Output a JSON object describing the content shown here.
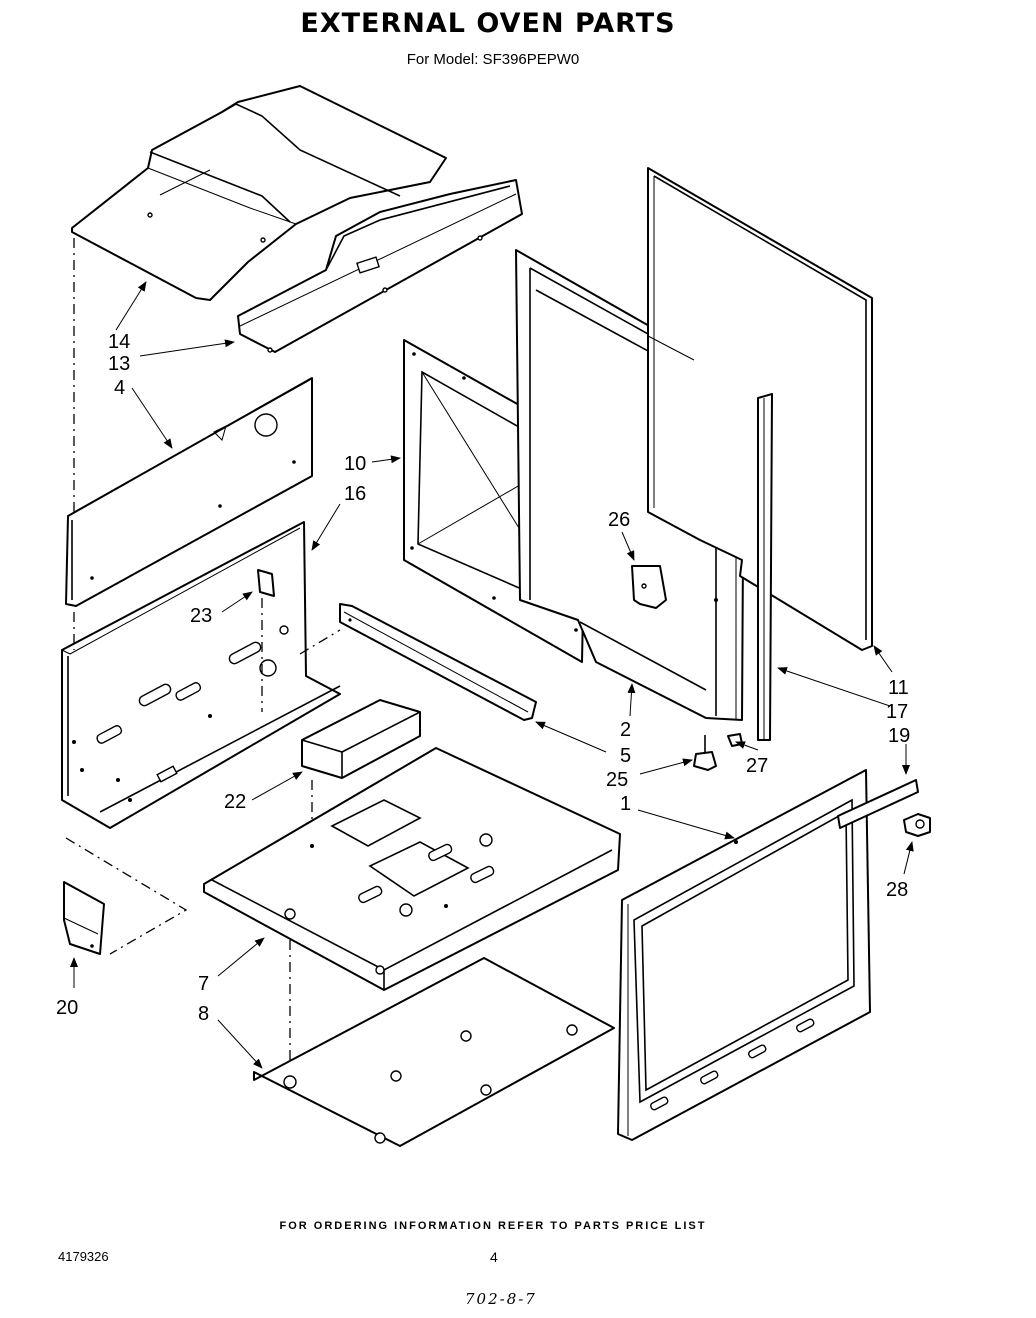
{
  "page": {
    "title": "EXTERNAL OVEN PARTS",
    "subtitle": "For Model: SF396PEPW0",
    "ordering_note": "FOR ORDERING INFORMATION REFER TO PARTS PRICE LIST",
    "document_number": "4179326",
    "page_number": "4",
    "handwritten_code": "702-8-7"
  },
  "callouts": [
    {
      "id": "c14",
      "label": "14"
    },
    {
      "id": "c13",
      "label": "13"
    },
    {
      "id": "c4",
      "label": "4"
    },
    {
      "id": "c16",
      "label": "16"
    },
    {
      "id": "c10",
      "label": "10"
    },
    {
      "id": "c23",
      "label": "23"
    },
    {
      "id": "c26",
      "label": "26"
    },
    {
      "id": "c2",
      "label": "2"
    },
    {
      "id": "c5",
      "label": "5"
    },
    {
      "id": "c25",
      "label": "25"
    },
    {
      "id": "c27",
      "label": "27"
    },
    {
      "id": "c22",
      "label": "22"
    },
    {
      "id": "c1",
      "label": "1"
    },
    {
      "id": "c11",
      "label": "11"
    },
    {
      "id": "c17",
      "label": "17"
    },
    {
      "id": "c19",
      "label": "19"
    },
    {
      "id": "c28",
      "label": "28"
    },
    {
      "id": "c7",
      "label": "7"
    },
    {
      "id": "c8",
      "label": "8"
    },
    {
      "id": "c20",
      "label": "20"
    }
  ]
}
